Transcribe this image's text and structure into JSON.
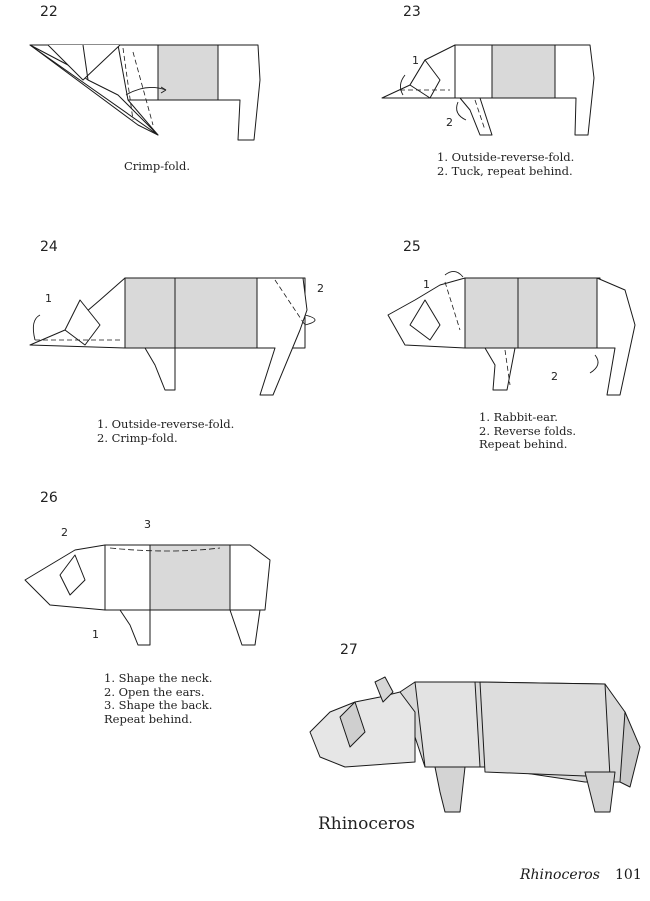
{
  "steps": [
    {
      "number": "22",
      "caption": "Crimp-fold."
    },
    {
      "number": "23",
      "caption": "1. Outside-reverse-fold.\n2. Tuck, repeat behind.",
      "markers": [
        "1",
        "2"
      ]
    },
    {
      "number": "24",
      "caption": "1. Outside-reverse-fold.\n2. Crimp-fold.",
      "markers": [
        "1",
        "2"
      ]
    },
    {
      "number": "25",
      "caption": "1. Rabbit-ear.\n2. Reverse folds.\nRepeat behind.",
      "markers": [
        "1",
        "2"
      ]
    },
    {
      "number": "26",
      "caption": "1. Shape the neck.\n2. Open the ears.\n3. Shape the back.\nRepeat behind.",
      "markers": [
        "2",
        "3",
        "1"
      ]
    },
    {
      "number": "27"
    }
  ],
  "model_name": "Rhinoceros",
  "footer": {
    "title": "Rhinoceros",
    "page": "101"
  },
  "colors": {
    "paper_shade": "#d9d9d9",
    "line": "#1a1a1a"
  }
}
